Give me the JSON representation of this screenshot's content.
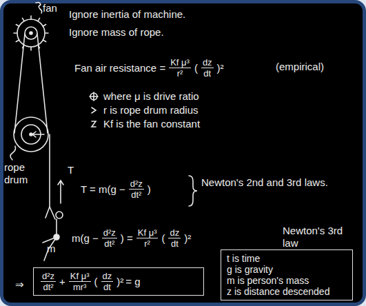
{
  "diagram": {
    "nodes": [
      {
        "text": [
          "d²z",
          "dt²",
          "+",
          "Kf μ³",
          "mr³",
          "(",
          "dz",
          "dt",
          ")²",
          "= g"
        ]
      },
      {
        "text": [
          "t is time",
          "g is gravity",
          "m is person's mass",
          "z is distance descended"
        ]
      }
    ],
    "labels": [
      "fan",
      "Ignore inertia of machine.",
      "Ignore mass of rope.",
      "Fan air resistance =",
      "Kf μ³",
      "r²",
      "(",
      "dz",
      "dt",
      ")²",
      "(empirical)",
      "where μ is drive ratio",
      "r is rope drum radius",
      "Kf is the fan constant",
      "rope drum",
      "T",
      "T = m(g −",
      "d²z",
      "dt²",
      ")",
      "Newton's 2nd and 3rd laws.",
      "m",
      "m(g −",
      "d²z",
      "dt²",
      ") =",
      "Kf μ³",
      "r²",
      "(",
      "dz",
      "dt",
      ")²",
      "Newton's 3rd law",
      "⇒"
    ]
  }
}
